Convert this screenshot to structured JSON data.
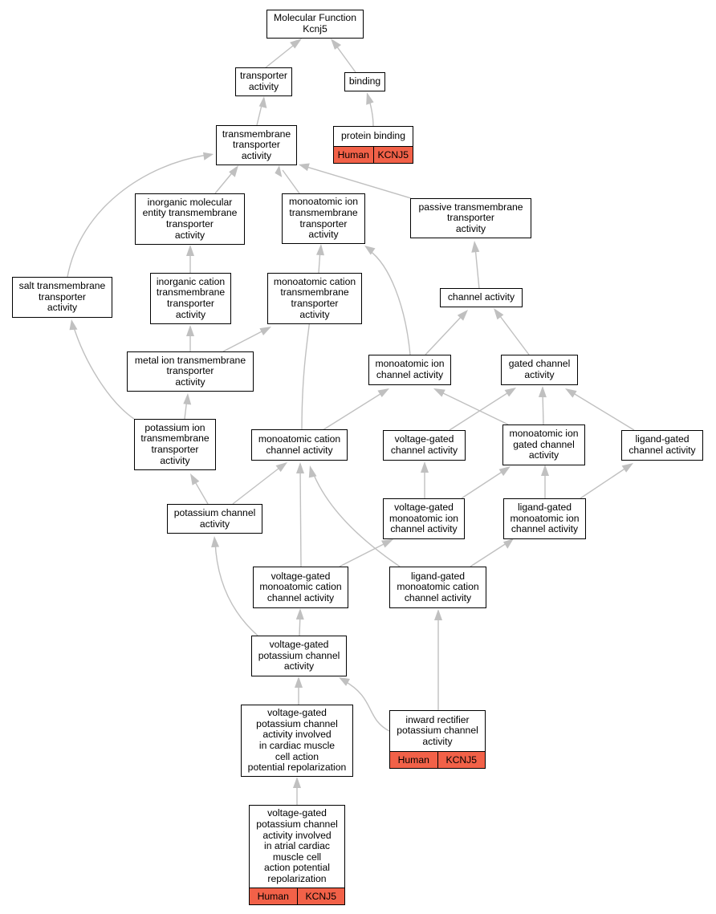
{
  "colors": {
    "edge": "#c0c0c0",
    "annotation_fill": "#f26148",
    "border": "#000000"
  },
  "nodes": {
    "mf": {
      "label": "Molecular Function\nKcnj5"
    },
    "ta": {
      "label": "transporter\nactivity"
    },
    "bind": {
      "label": "binding"
    },
    "tta": {
      "label": "transmembrane\ntransporter\nactivity"
    },
    "pb": {
      "label": "protein binding",
      "annotation": {
        "species": "Human",
        "gene": "KCNJ5"
      }
    },
    "imetta": {
      "label": "inorganic molecular\nentity transmembrane\ntransporter\nactivity"
    },
    "mitta": {
      "label": "monoatomic ion\ntransmembrane\ntransporter\nactivity"
    },
    "ptta": {
      "label": "passive transmembrane\ntransporter\nactivity"
    },
    "stta": {
      "label": "salt transmembrane\ntransporter\nactivity"
    },
    "ictta": {
      "label": "inorganic cation\ntransmembrane\ntransporter\nactivity"
    },
    "mctta": {
      "label": "monoatomic cation\ntransmembrane\ntransporter\nactivity"
    },
    "ca": {
      "label": "channel activity"
    },
    "mitta2": {
      "label": "metal ion transmembrane\ntransporter\nactivity"
    },
    "mica": {
      "label": "monoatomic ion\nchannel activity"
    },
    "gca": {
      "label": "gated channel\nactivity"
    },
    "pitta": {
      "label": "potassium ion\ntransmembrane\ntransporter\nactivity"
    },
    "mcca": {
      "label": "monoatomic cation\nchannel activity"
    },
    "vgca": {
      "label": "voltage-gated\nchannel activity"
    },
    "migca": {
      "label": "monoatomic ion\ngated channel\nactivity"
    },
    "lgca": {
      "label": "ligand-gated\nchannel activity"
    },
    "pca": {
      "label": "potassium channel\nactivity"
    },
    "vgmica": {
      "label": "voltage-gated\nmonoatomic ion\nchannel activity"
    },
    "lgmica": {
      "label": "ligand-gated\nmonoatomic ion\nchannel activity"
    },
    "vgmcca": {
      "label": "voltage-gated\nmonoatomic cation\nchannel activity"
    },
    "lgmcca": {
      "label": "ligand-gated\nmonoatomic cation\nchannel activity"
    },
    "vgpca": {
      "label": "voltage-gated\npotassium channel\nactivity"
    },
    "vgpcacm": {
      "label": "voltage-gated\npotassium channel\nactivity involved\nin cardiac muscle\ncell action\npotential repolarization"
    },
    "irpca": {
      "label": "inward rectifier\npotassium channel\nactivity",
      "annotation": {
        "species": "Human",
        "gene": "KCNJ5"
      }
    },
    "vgpcaac": {
      "label": "voltage-gated\npotassium channel\nactivity involved\nin atrial cardiac\nmuscle cell\naction potential\nrepolarization",
      "annotation": {
        "species": "Human",
        "gene": "KCNJ5"
      }
    }
  }
}
